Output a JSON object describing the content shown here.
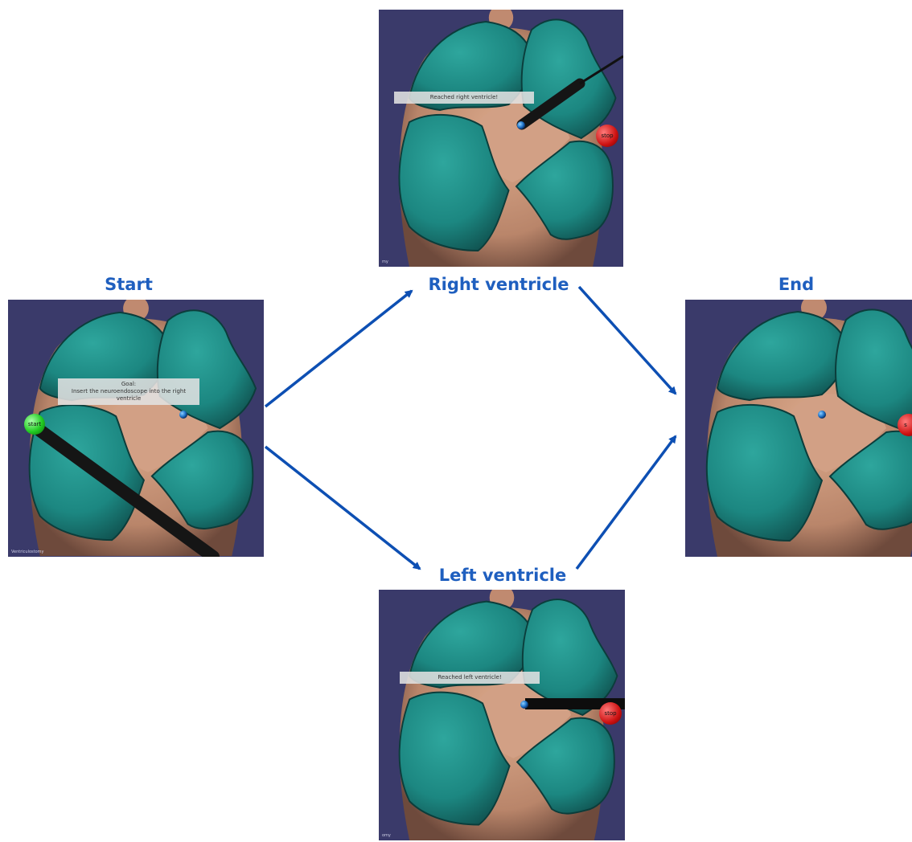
{
  "stages": {
    "start": {
      "title": "Start",
      "message_line1": "Goal:",
      "message_line2": "Insert the neuroendoscope into the right ventricle",
      "start_button": "start",
      "corner": "Ventriculostomy"
    },
    "right": {
      "title": "Right ventricle",
      "message": "Reached right ventricle!",
      "stop_button": "stop",
      "corner": "my"
    },
    "left": {
      "title": "Left ventricle",
      "message": "Reached left ventricle!",
      "stop_button": "stop",
      "corner": "omy"
    },
    "end": {
      "title": "End",
      "stop_button": "s"
    }
  },
  "colors": {
    "label": "#1f5fbf",
    "arrow": "#0d4fb3",
    "background": "#3a3a6a",
    "skin": "#c9967a",
    "tissue": "#1f8c86",
    "start_ball": "#22cc22",
    "stop_ball": "#cc1111",
    "target": "#2277cc"
  },
  "icons": [
    "start-ball-icon",
    "stop-ball-icon",
    "target-marker-icon",
    "endoscope-icon",
    "arrow-icon"
  ]
}
